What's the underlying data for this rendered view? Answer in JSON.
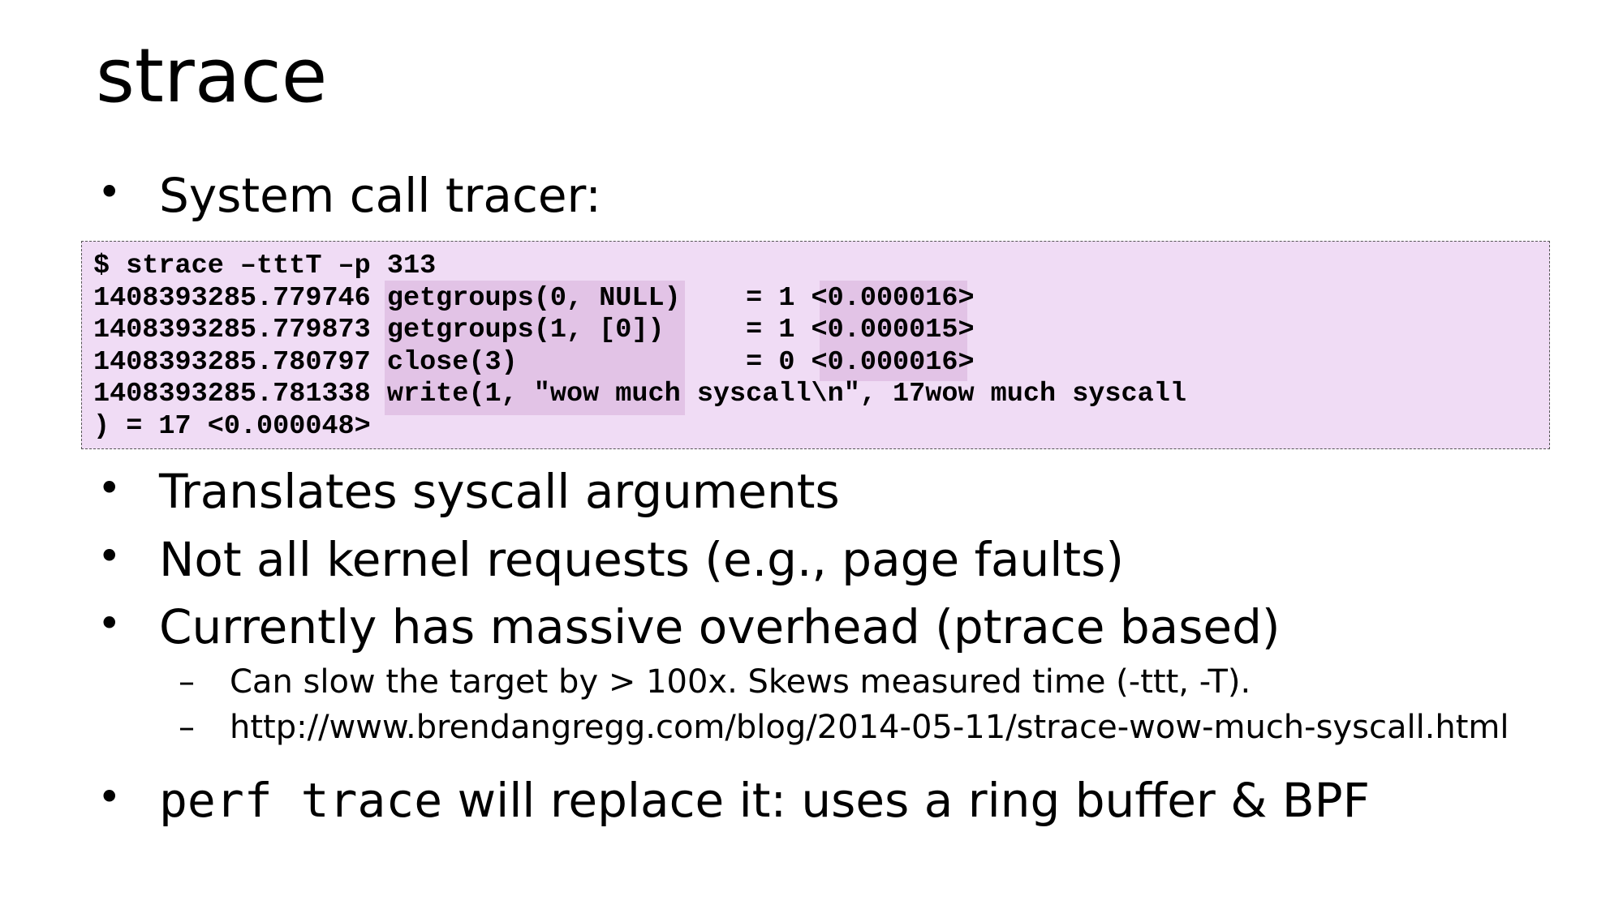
{
  "title": "strace",
  "bullets": [
    {
      "text": "System call tracer:"
    },
    {
      "text": "Translates syscall arguments"
    },
    {
      "text": "Not all kernel requests (e.g., page faults)"
    },
    {
      "text": "Currently has massive overhead (ptrace based)"
    }
  ],
  "sub_bullets": [
    "Can slow the target by > 100x. Skews measured time (-ttt, -T).",
    "http://www.brendangregg.com/blog/2014-05-11/strace-wow-much-syscall.html"
  ],
  "last_bullet": {
    "code": "perf trace",
    "text": " will replace it: uses a ring buffer & BPF"
  },
  "bullet_char": "•",
  "dash_char": "–",
  "code_lines": [
    "$ strace –tttT –p 313",
    "1408393285.779746 getgroups(0, NULL)    = 1 <0.000016>",
    "1408393285.779873 getgroups(1, [0])     = 1 <0.000015>",
    "1408393285.780797 close(3)              = 0 <0.000016>",
    "1408393285.781338 write(1, \"wow much syscall\\n\", 17wow much syscall",
    ") = 17 <0.000048>"
  ],
  "colors": {
    "code_bg": "#f0dcf5",
    "highlight": "#e2c3e6"
  }
}
